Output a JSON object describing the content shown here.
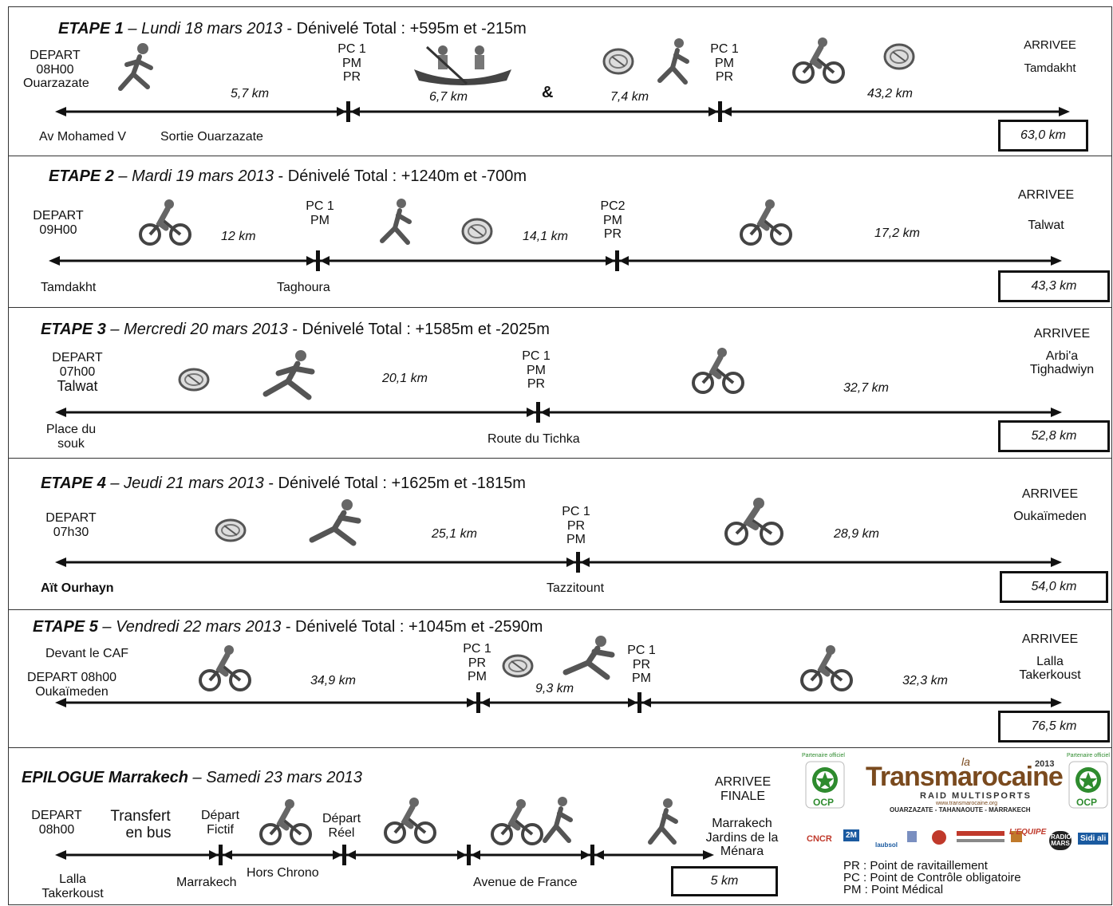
{
  "etapes": [
    {
      "title_bold": "ETAPE 1",
      "title_date": " – Lundi 18 mars 2013",
      "title_rest": " - Dénivelé Total :  +595m et -215m",
      "depart": [
        "DEPART",
        "08H00",
        "Ouarzazate"
      ],
      "arrivee": [
        "ARRIVEE",
        "Tamdakht"
      ],
      "bottom_labels": [
        "Av Mohamed V",
        "Sortie Ouarzazate"
      ],
      "checkpoints": [
        [
          "PC 1",
          "PM",
          "PR"
        ],
        [
          "PC 1",
          "PM",
          "PR"
        ]
      ],
      "distances": [
        "5,7 km",
        "6,7 km",
        "7,4 km",
        "43,2 km"
      ],
      "ampersand": "&",
      "total": "63,0 km"
    },
    {
      "title_bold": "ETAPE 2",
      "title_date": " – Mardi 19 mars 2013",
      "title_rest": " - Dénivelé Total :  +1240m et -700m",
      "depart": [
        "DEPART",
        "09H00"
      ],
      "arrivee": [
        "ARRIVEE",
        "Talwat"
      ],
      "bottom_labels": [
        "Tamdakht",
        "Taghoura"
      ],
      "checkpoints": [
        [
          "PC 1",
          "PM"
        ],
        [
          "PC2",
          "PM",
          "PR"
        ]
      ],
      "distances": [
        "12 km",
        "14,1 km",
        "17,2 km"
      ],
      "total": "43,3 km"
    },
    {
      "title_bold": "ETAPE 3",
      "title_date": " – Mercredi 20 mars 2013",
      "title_rest": " - Dénivelé Total :  +1585m et -2025m",
      "depart": [
        "DEPART",
        "07h00",
        "Talwat"
      ],
      "arrivee": [
        "ARRIVEE",
        "Arbi'a",
        "Tighadwiyn"
      ],
      "bottom_labels": [
        "Place du",
        "souk",
        "Route du Tichka"
      ],
      "checkpoints": [
        [
          "PC 1",
          "PM",
          "PR"
        ]
      ],
      "distances": [
        "20,1 km",
        "32,7 km"
      ],
      "total": "52,8 km"
    },
    {
      "title_bold": "ETAPE 4",
      "title_date": " – Jeudi 21 mars 2013",
      "title_rest": " - Dénivelé Total :  +1625m et -1815m",
      "depart": [
        "DEPART",
        "07h30"
      ],
      "arrivee": [
        "ARRIVEE",
        "Oukaïmeden"
      ],
      "bottom_labels": [
        "Aït Ourhayn",
        "Tazzitount"
      ],
      "checkpoints": [
        [
          "PC 1",
          "PR",
          "PM"
        ]
      ],
      "distances": [
        "25,1 km",
        "28,9 km"
      ],
      "total": "54,0 km"
    },
    {
      "title_bold": "ETAPE 5",
      "title_date": " – Vendredi 22 mars 2013",
      "title_rest": " - Dénivelé Total :  +1045m et -2590m",
      "depart": [
        "Devant  le CAF",
        "DEPART 08h00",
        "Oukaïmeden"
      ],
      "arrivee": [
        "ARRIVEE",
        "Lalla",
        "Takerkoust"
      ],
      "checkpoints": [
        [
          "PC 1",
          "PR",
          "PM"
        ],
        [
          "PC 1",
          "PR",
          "PM"
        ]
      ],
      "distances": [
        "34,9 km",
        "9,3 km",
        "32,3 km"
      ],
      "total": "76,5 km"
    }
  ],
  "epilogue": {
    "title_bold": "EPILOGUE Marrakech",
    "title_date": " – Samedi 23 mars 2013",
    "depart": [
      "DEPART",
      "08h00"
    ],
    "transfert": [
      "Transfert",
      "en bus"
    ],
    "depart_fictif": [
      "Départ",
      "Fictif"
    ],
    "depart_reel": [
      "Départ",
      "Réel"
    ],
    "arrivee": [
      "ARRIVEE",
      "FINALE"
    ],
    "arrivee_place": [
      "Marrakech",
      "Jardins de la",
      "Ménara"
    ],
    "bottom_labels": [
      "Lalla",
      "Takerkoust",
      "Marrakech",
      "Hors Chrono",
      "Avenue de France"
    ],
    "total": "5 km"
  },
  "legend": [
    "PR : Point de ravitaillement",
    "PC : Point de Contrôle obligatoire",
    "PM : Point Médical"
  ],
  "logo": {
    "partner_label": "Partenaire officiel",
    "ocp": "OCP",
    "la": "la",
    "name": "Transmarocaine",
    "year": "2013",
    "sub": "RAID MULTISPORTS",
    "url": "www.transmarocaine.org",
    "route": "OUARZAZATE - TAHANAOUTE - MARRAKECH"
  },
  "sponsors": [
    "CNCR",
    "2M",
    "laubsol",
    "L'EQUIPE",
    "RADIO MARS",
    "Sidi ali"
  ],
  "colors": {
    "logo_brown": "#7a4a1e",
    "ocp_green": "#2e8b2e",
    "line": "#111111"
  }
}
